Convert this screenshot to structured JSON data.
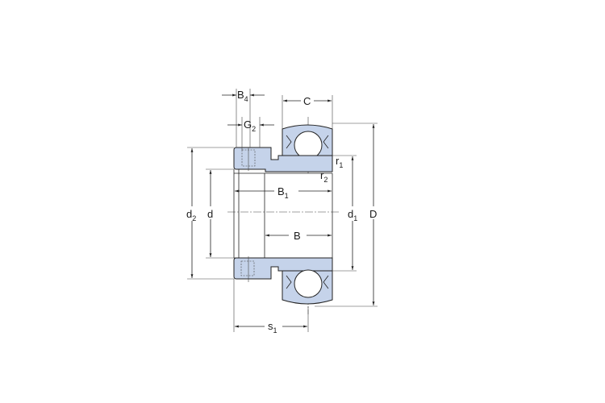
{
  "drawing": {
    "title": "Insert bearing with grub screw locking",
    "dimensions": {
      "B4": {
        "main": "B",
        "sub": "4"
      },
      "G2": {
        "main": "G",
        "sub": "2"
      },
      "C": {
        "main": "C",
        "sub": ""
      },
      "r1": {
        "main": "r",
        "sub": "1"
      },
      "r2": {
        "main": "r",
        "sub": "2"
      },
      "B1": {
        "main": "B",
        "sub": "1"
      },
      "d2": {
        "main": "d",
        "sub": "2"
      },
      "d": {
        "main": "d",
        "sub": ""
      },
      "d1": {
        "main": "d",
        "sub": "1"
      },
      "D": {
        "main": "D",
        "sub": ""
      },
      "B": {
        "main": "B",
        "sub": ""
      },
      "s1": {
        "main": "s",
        "sub": "1"
      }
    },
    "colors": {
      "part_fill": "#c5d3ea",
      "line": "#222222"
    }
  }
}
